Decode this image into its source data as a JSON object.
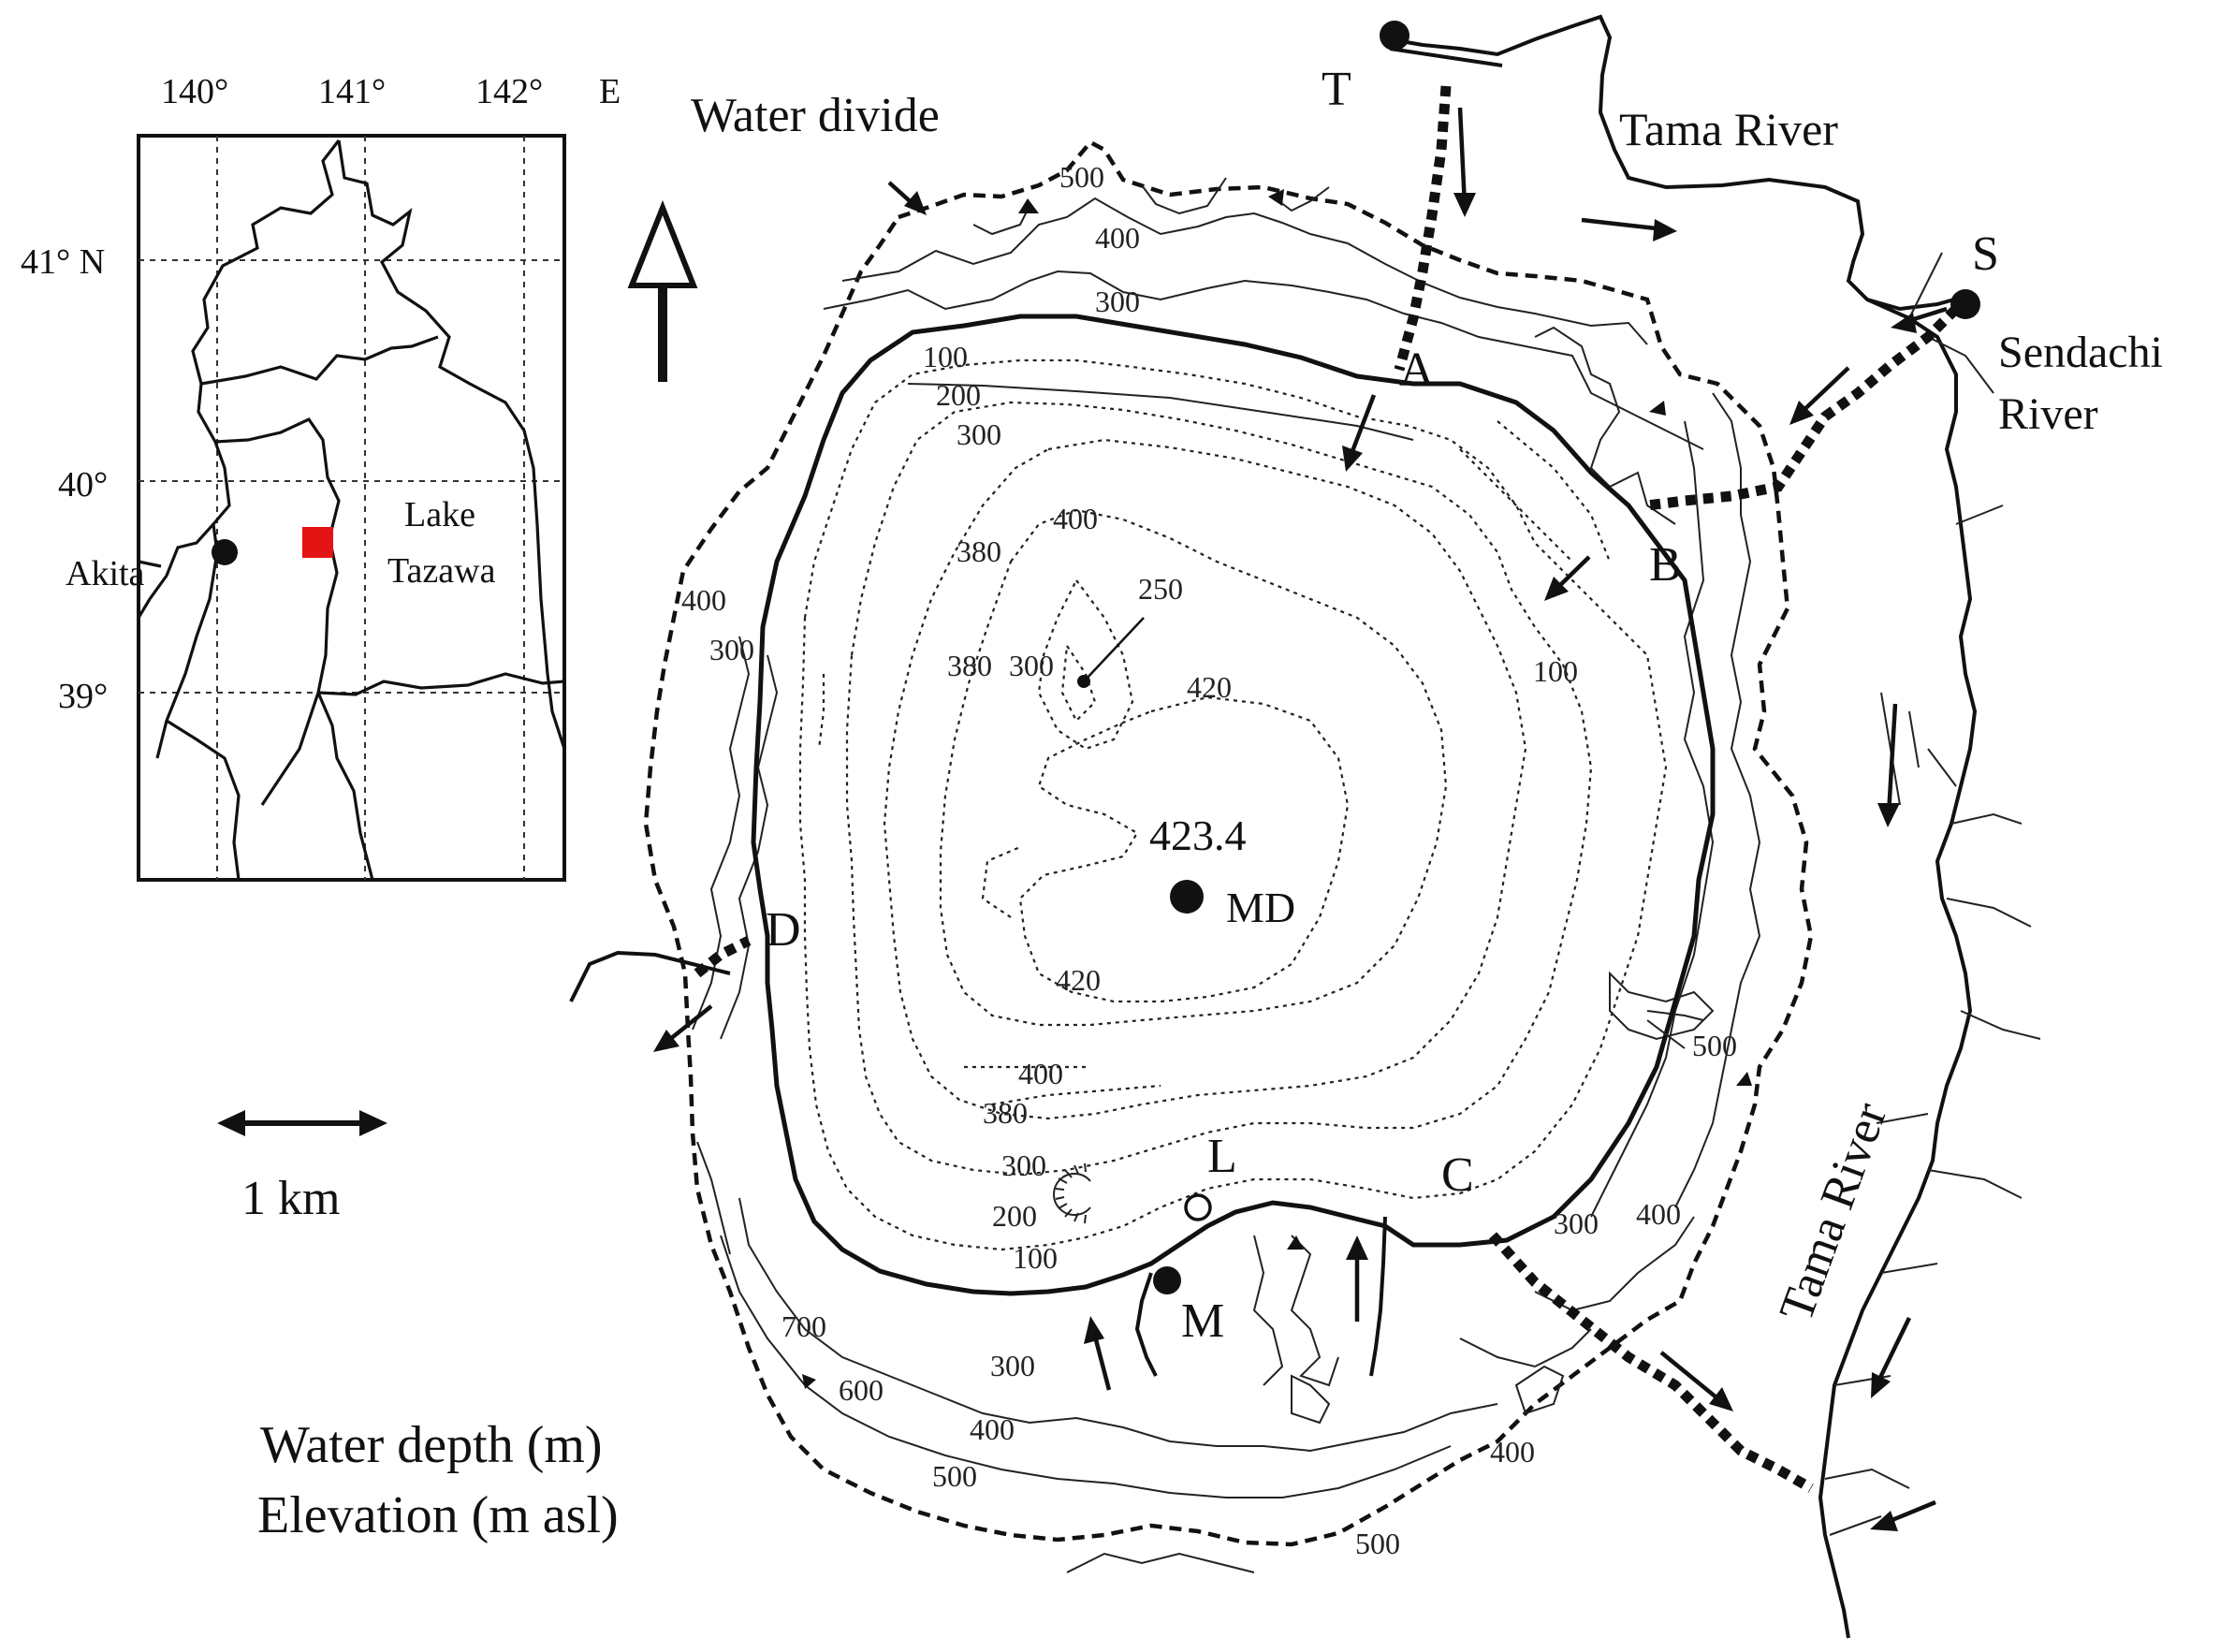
{
  "inset_map": {
    "lon_labels": [
      "140°",
      "141°",
      "142°",
      "E"
    ],
    "lat_labels": [
      "41° N",
      "40°",
      "39°"
    ],
    "city_label": "Akita",
    "lake_label_line1": "Lake",
    "lake_label_line2": "Tazawa",
    "marker_color": "#e41414"
  },
  "scale_bar": {
    "label": "1 km"
  },
  "legend": {
    "line1": "Water depth (m)",
    "line2": "Elevation (m asl)"
  },
  "titles": {
    "water_divide": "Water divide",
    "river_north": "Tama River",
    "river_east": "Tama River",
    "sendachi_line1": "Sendachi",
    "sendachi_line2": "River"
  },
  "points": {
    "T": "T",
    "S": "S",
    "A": "A",
    "B": "B",
    "C": "C",
    "D": "D",
    "L": "L",
    "M": "M",
    "MD": "MD"
  },
  "max_depth": "423.4",
  "depth_labels": {
    "d100_n": "100",
    "d200_n": "200",
    "d300_n": "300",
    "d380_n": "380",
    "d400_n": "400",
    "d250": "250",
    "d380_c": "380",
    "d300_c": "300",
    "d420_c": "420",
    "d100_e": "100",
    "d420_s": "420",
    "d400_s": "400",
    "d380_s": "380",
    "d300_s": "300",
    "d200_s": "200",
    "d100_s": "100"
  },
  "elevation_labels": {
    "e500_n": "500",
    "e400_n": "400",
    "e300_n": "300",
    "e400_w": "400",
    "e300_w": "300",
    "e500_e": "500",
    "e300_se": "300",
    "e400_se": "400",
    "e700_s": "700",
    "e600_s": "600",
    "e300_s": "300",
    "e400_s": "400",
    "e500_s": "500",
    "e400_ss": "400",
    "e500_ss": "500"
  }
}
